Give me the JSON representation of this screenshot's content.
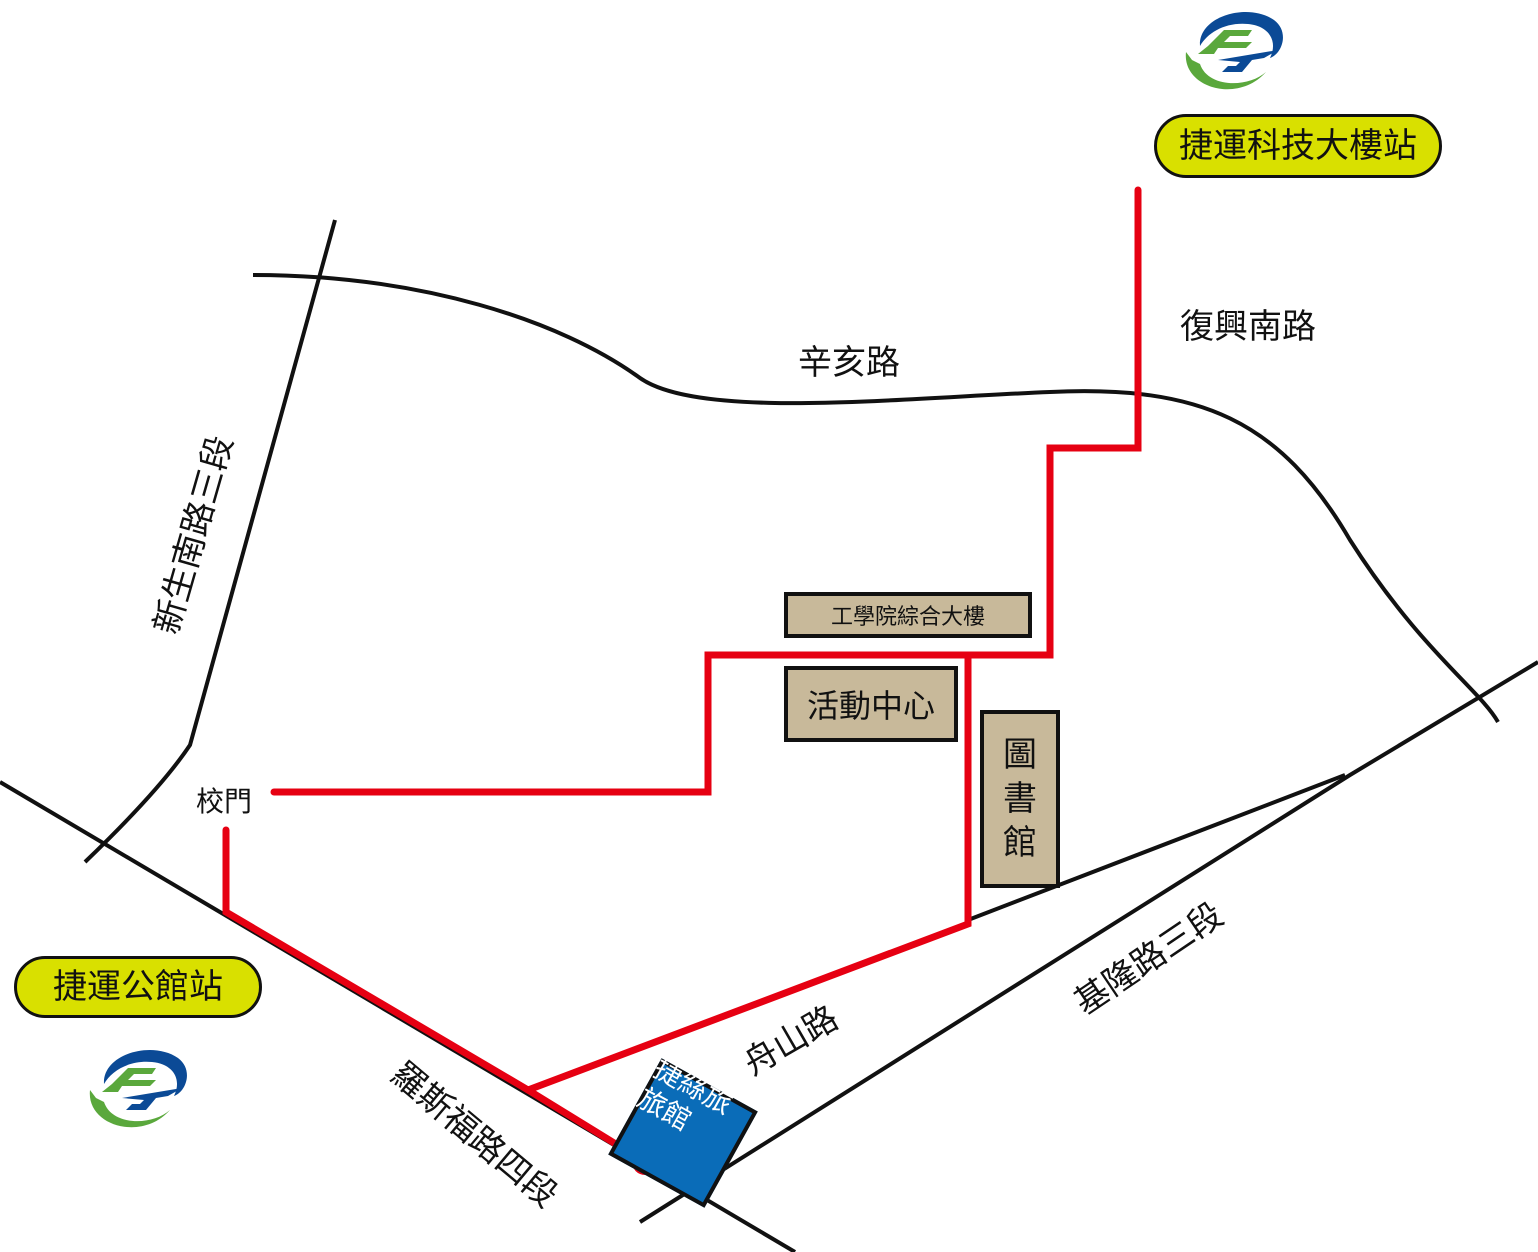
{
  "map": {
    "type": "campus route map",
    "stations": [
      {
        "id": "technology-building",
        "label": "捷運科技大樓站",
        "logo": "taipei-metro-logo-icon"
      },
      {
        "id": "gongguan",
        "label": "捷運公館站",
        "logo": "taipei-metro-logo-icon"
      }
    ],
    "roads": {
      "xinhai": "辛亥路",
      "fuxing_south": "復興南路",
      "xinsheng_south_3": "新生南路三段",
      "roosevelt_4": "羅斯福路四段",
      "zhoushan": "舟山路",
      "keelung_3": "基隆路三段"
    },
    "landmarks": {
      "school_gate": "校門",
      "engineering_building": "工學院綜合大樓",
      "activity_center": "活動中心",
      "library": [
        "圖",
        "書",
        "館"
      ]
    },
    "destination": {
      "line1": "捷絲旅",
      "line2": "旅館",
      "marker": "location-dot-icon"
    },
    "colors": {
      "route": "#e60012",
      "station_badge": "#d9e000",
      "building": "#c8b99a",
      "hotel": "#0a6cb8",
      "logo_blue": "#0b4a96",
      "logo_green": "#5aa83c",
      "road": "#111111"
    }
  }
}
